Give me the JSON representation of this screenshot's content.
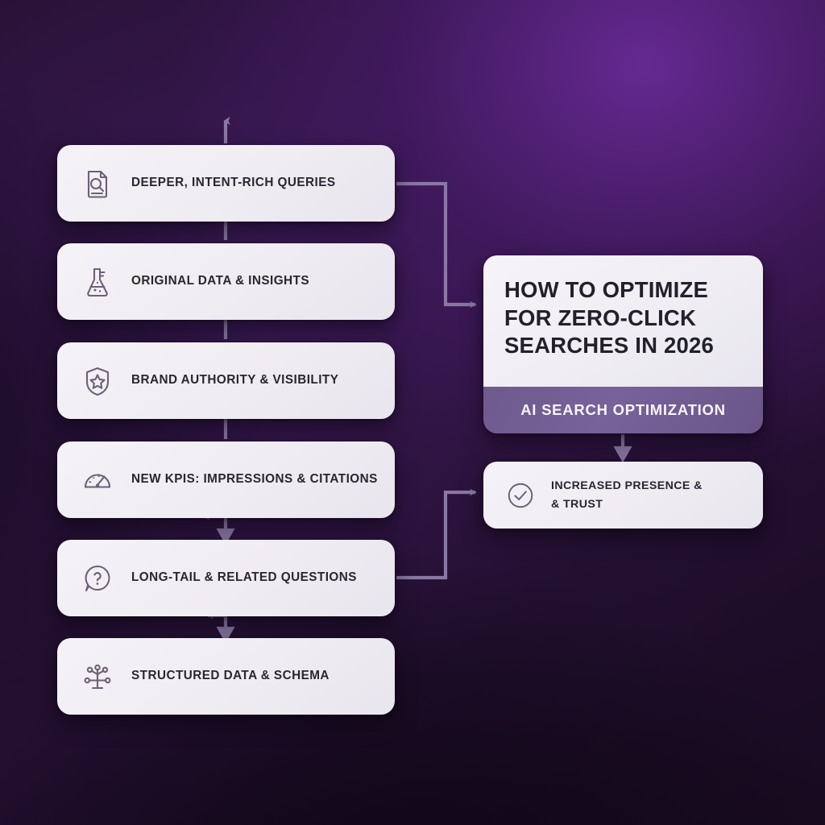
{
  "theme": {
    "background_dark": "#1a0f22",
    "background_purple": "#4a1f6b",
    "card_surface": "#f1eef4",
    "accent_band": "#735e96",
    "connector": "#8a78a4",
    "icon_stroke": "#6d6078",
    "text_dark": "#2a2630"
  },
  "factors": [
    {
      "id": "deeper-intent-rich-queries",
      "label": "DEEPER, INTENT-RICH QUERIES",
      "icon": "document-search-icon"
    },
    {
      "id": "original-data-insights",
      "label": "ORIGINAL DATA & INSIGHTS",
      "icon": "flask-icon"
    },
    {
      "id": "brand-authority-visibility",
      "label": "BRAND AUTHORITY & VISIBILITY",
      "icon": "shield-star-icon"
    },
    {
      "id": "new-kpis",
      "label": "NEW KPIS: IMPRESSIONS & CITATIONS",
      "icon": "gauge-icon"
    },
    {
      "id": "long-tail-related-questions",
      "label": "LONG-TAIL & RELATED QUESTIONS",
      "icon": "question-bubble-icon"
    },
    {
      "id": "structured-data-schema",
      "label": "STRUCTURED DATA & SCHEMA",
      "icon": "schema-node-icon"
    }
  ],
  "title_card": {
    "line1": "HOW TO OPTIMIZE",
    "line2": "FOR ZERO-CLICK",
    "line3": "SEARCHES IN 2026",
    "band_label": "AI SEARCH OPTIMIZATION"
  },
  "result_card": {
    "icon": "check-circle-icon",
    "line1": "INCREASED PRESENCE &",
    "line2": "& TRUST"
  }
}
